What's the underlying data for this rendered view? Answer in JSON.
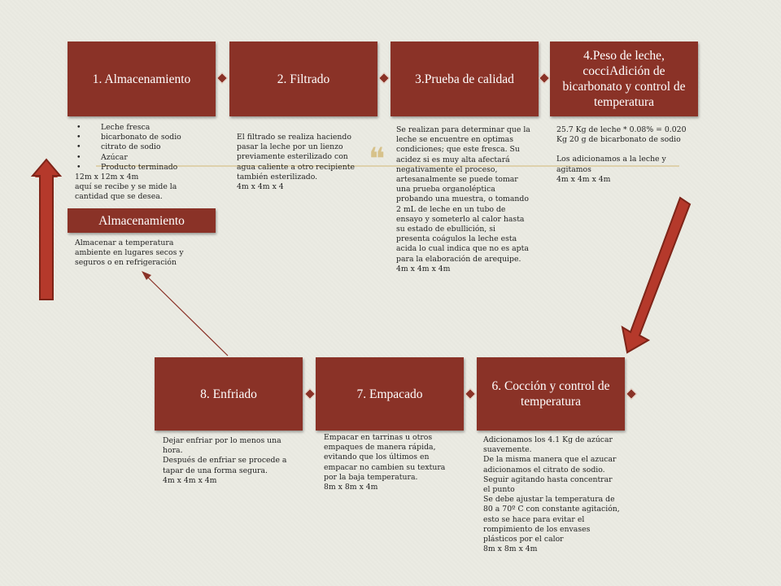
{
  "steps": {
    "s1": "1. Almacenamiento",
    "s2": "2. Filtrado",
    "s3": "3.Prueba de calidad",
    "s4": "4.Peso de leche, cocciAdición de bicarbonato y control de temperatura",
    "s5": "Almacenamiento",
    "s6": "6. Cocción y control de temperatura",
    "s7": "7. Empacado",
    "s8": "8. Enfriado"
  },
  "notes": {
    "n1": {
      "items": [
        "Leche fresca",
        "bicarbonato de sodio",
        "citrato de sodio",
        "Azúcar",
        "Producto terminado"
      ],
      "lines": [
        "12m x 12m x 4m",
        "aquí se recibe y se mide la cantidad que se desea."
      ]
    },
    "n2": [
      "El filtrado se realiza haciendo pasar la leche por un lienzo previamente esterilizado con agua caliente a otro recipiente también esterilizado.",
      "4m x 4m x 4"
    ],
    "n3": [
      "Se realizan para determinar que la leche se encuentre en optimas condiciones; que este fresca. Su acidez si es muy alta afectará negativamente el proceso, artesanalmente se puede tomar una prueba organoléptica probando una muestra, o tomando 2 mL de leche en un tubo de ensayo y someterlo al calor hasta su estado de ebullición, si presenta coágulos la leche esta acida lo cual indica que no es apta para la elaboración de arequipe.",
      "4m x 4m x 4m"
    ],
    "n4": [
      "25.7 Kg de leche * 0.08% = 0.020 Kg 20 g de bicarbonato de sodio",
      "Los adicionamos a la leche y agitamos",
      "4m x 4m x 4m"
    ],
    "n5": [
      "Almacenar a temperatura ambiente en lugares secos y seguros o en refrigeración"
    ],
    "n8": [
      "Dejar enfriar por lo menos una hora.",
      "Después de enfriar se procede a tapar de una forma segura.",
      "4m x 4m x 4m"
    ],
    "n7": [
      "Empacar en tarrinas u otros empaques de manera rápida, evitando que los últimos en empacar no cambien su textura por la baja temperatura.",
      "8m x 8m x 4m"
    ],
    "n6": [
      "Adicionamos los 4.1 Kg de azúcar suavemente.",
      "De la misma manera que el azucar adicionamos el citrato de sodio.",
      "Seguir agitando hasta concentrar el punto",
      "Se debe ajustar la temperatura de 80 a 70º C con constante agitación, esto se hace para evitar el rompimiento de los envases plásticos por el calor",
      "8m x 8m x 4m"
    ]
  },
  "colors": {
    "box": "#8a3227",
    "background": "#ebebe3",
    "accent_line": "#d7c28b"
  },
  "icons": {
    "decor": "quote-icon"
  }
}
